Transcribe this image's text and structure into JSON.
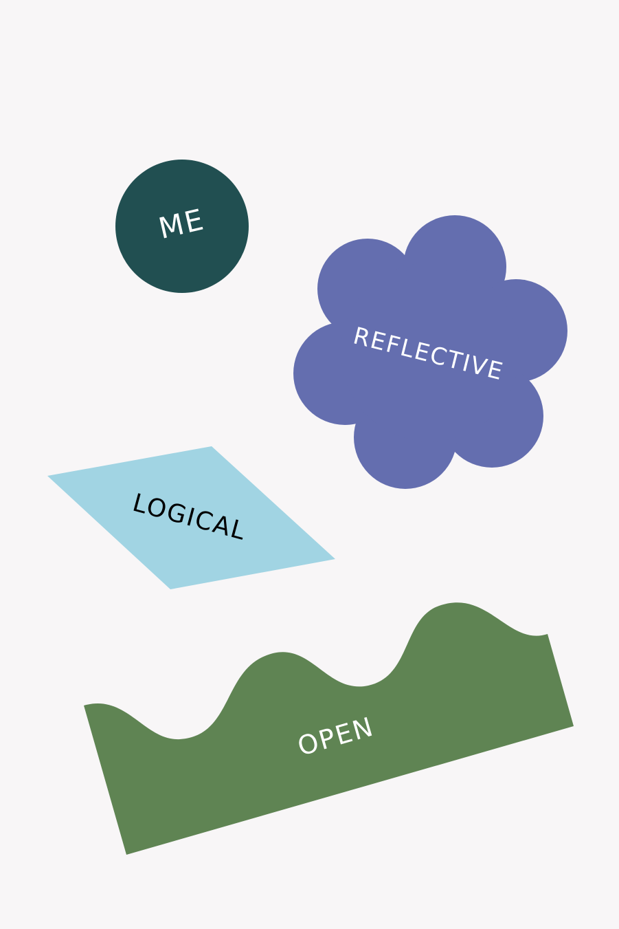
{
  "shapes": {
    "me": {
      "label": "ME",
      "color": "#214f51",
      "text_color": "#ffffff",
      "shape": "circle"
    },
    "reflective": {
      "label": "REFLECTIVE",
      "color": "#646eaf",
      "text_color": "#ffffff",
      "shape": "flower"
    },
    "logical": {
      "label": "LOGICAL",
      "color": "#a1d4e3",
      "text_color": "#000000",
      "shape": "rhombus"
    },
    "open": {
      "label": "OPEN",
      "color": "#5f8453",
      "text_color": "#ffffff",
      "shape": "wavy-band"
    }
  },
  "background": "#f8f6f7"
}
